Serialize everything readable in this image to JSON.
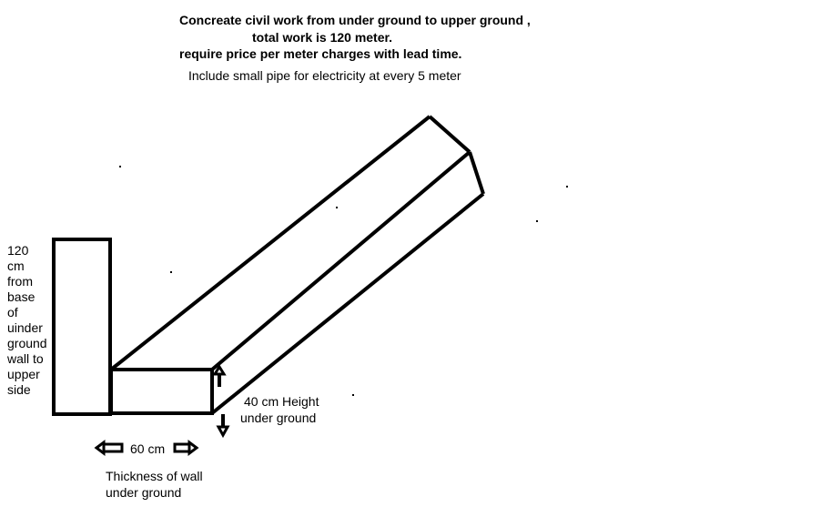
{
  "header": {
    "line1": "Concreate civil work from under ground to upper ground  ,",
    "line2": "total work is 120 meter.",
    "line3": "require price per meter charges with lead time.",
    "line4": "Include small pipe for electricity at every 5 meter"
  },
  "side_label": [
    "120",
    "cm",
    "from",
    "base",
    "of",
    "uinder",
    "ground",
    "wall to",
    "upper",
    "side"
  ],
  "height_label": {
    "line1": "40 cm Height",
    "line2": "under ground"
  },
  "width_label": "60 cm",
  "thickness_label": {
    "line1": "Thickness of wall",
    "line2": "under ground"
  },
  "colors": {
    "stroke": "#000000",
    "background": "#ffffff"
  }
}
